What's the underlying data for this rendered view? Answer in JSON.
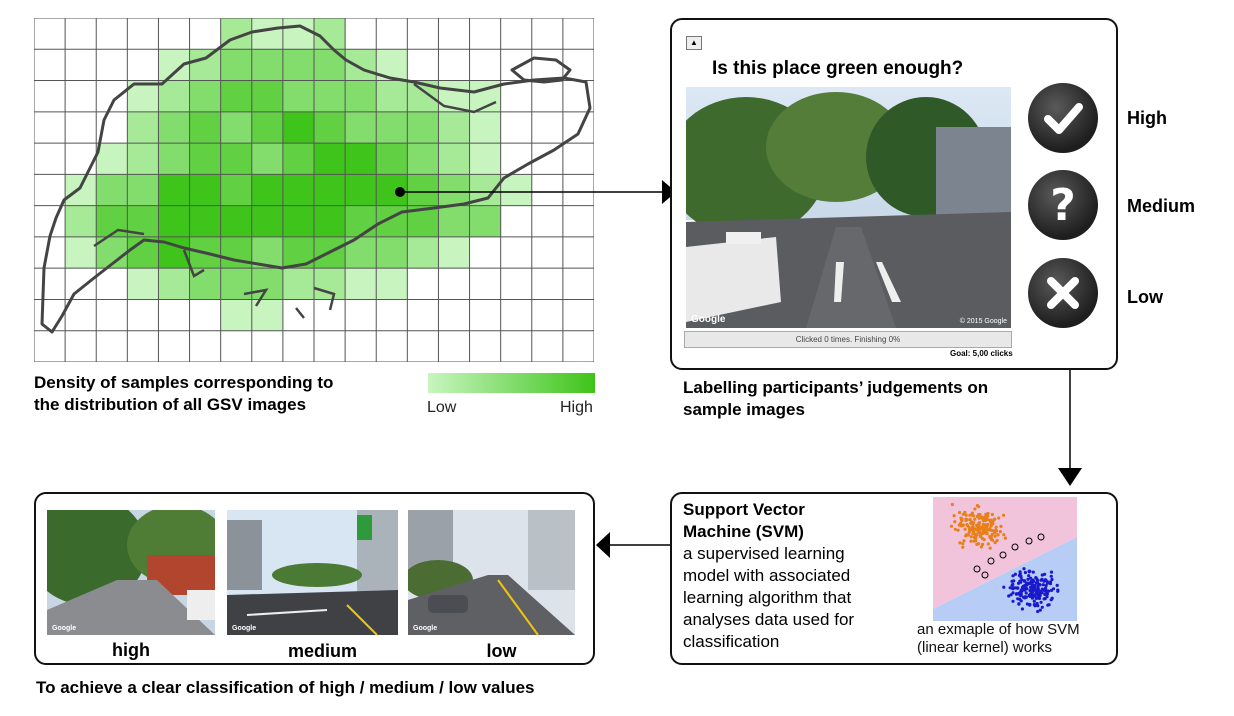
{
  "map": {
    "caption_line1": "Density of samples corresponding to",
    "caption_line2": "the distribution of all GSV images",
    "legend": {
      "low": "Low",
      "high": "High",
      "color_low": "#c8f5bf",
      "color_high": "#3ec41a"
    }
  },
  "survey": {
    "question": "Is this place green enough?",
    "photo_watermark": "Google",
    "photo_copyright": "© 2015 Google",
    "progress_text": "Clicked 0 times. Finishing 0%",
    "goal_text": "Goal: 5,00 clicks",
    "options": [
      {
        "label": "High",
        "icon": "check-icon"
      },
      {
        "label": "Medium",
        "icon": "question-icon"
      },
      {
        "label": "Low",
        "icon": "cross-icon"
      }
    ],
    "caption_line1": "Labelling participants’ judgements on",
    "caption_line2": "sample images"
  },
  "svm": {
    "title_line1": "Support Vector",
    "title_line2": "Machine (SVM)",
    "desc_lines": [
      "a supervised learning",
      "model with associated",
      "learning algorithm that",
      "analyses data used for",
      "classification"
    ],
    "example_caption_line1": "an exmaple of how SVM",
    "example_caption_line2": "(linear kernel) works",
    "colors": {
      "class_a": "#e8801a",
      "class_b": "#1a1acc",
      "region_a": "#f2c4dc",
      "region_b": "#b8cdf5"
    }
  },
  "classes": {
    "labels": [
      "high",
      "medium",
      "low"
    ],
    "watermark": "Google",
    "caption": "To achieve a clear classification of high / medium / low values"
  }
}
